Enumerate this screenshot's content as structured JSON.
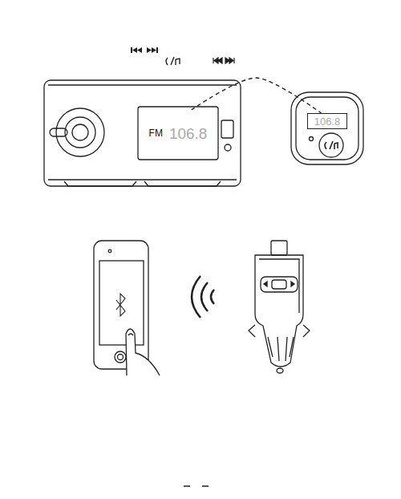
{
  "diagram": {
    "nodes": [
      {
        "text": [
          "FM",
          "106.8"
        ]
      },
      {
        "text": [
          "106.8"
        ]
      }
    ],
    "edges": [
      {
        "from": 0,
        "to": 1,
        "arrow": "none"
      }
    ]
  }
}
